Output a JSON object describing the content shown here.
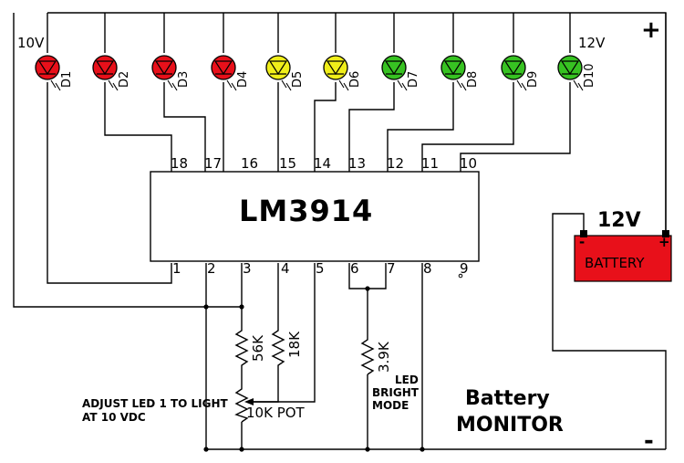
{
  "chip": {
    "name": "LM3914"
  },
  "top_pins": [
    "18",
    "17",
    "16",
    "15",
    "14",
    "13",
    "12",
    "11",
    "10"
  ],
  "bottom_pins": [
    "1",
    "2",
    "3",
    "4",
    "5",
    "6",
    "7",
    "8",
    "9"
  ],
  "leds": [
    {
      "label": "D1",
      "color": "#e8101a"
    },
    {
      "label": "D2",
      "color": "#e8101a"
    },
    {
      "label": "D3",
      "color": "#e8101a"
    },
    {
      "label": "D4",
      "color": "#e8101a"
    },
    {
      "label": "D5",
      "color": "#f0ee1a"
    },
    {
      "label": "D6",
      "color": "#f0ee1a"
    },
    {
      "label": "D7",
      "color": "#37c222"
    },
    {
      "label": "D8",
      "color": "#37c222"
    },
    {
      "label": "D9",
      "color": "#37c222"
    },
    {
      "label": "D10",
      "color": "#37c222"
    }
  ],
  "labels": {
    "v_low": "10V",
    "v_high": "12V",
    "plus": "+",
    "minus": "-",
    "battery_voltage": "12V",
    "battery_text": "BATTERY",
    "battery_neg": "-",
    "battery_pos": "+",
    "r56k": "56K",
    "r18k": "18K",
    "r39k": "3.9K",
    "pot": "10K POT",
    "adjust_line1": "ADJUST LED 1 TO LIGHT",
    "adjust_line2": "AT 10 VDC",
    "led_mode_1": "LED",
    "led_mode_2": "BRIGHT",
    "led_mode_3": "MODE",
    "title_1": "Battery",
    "title_2": "MONITOR"
  },
  "colors": {
    "battery": "#e8101a",
    "wire": "#000000"
  }
}
